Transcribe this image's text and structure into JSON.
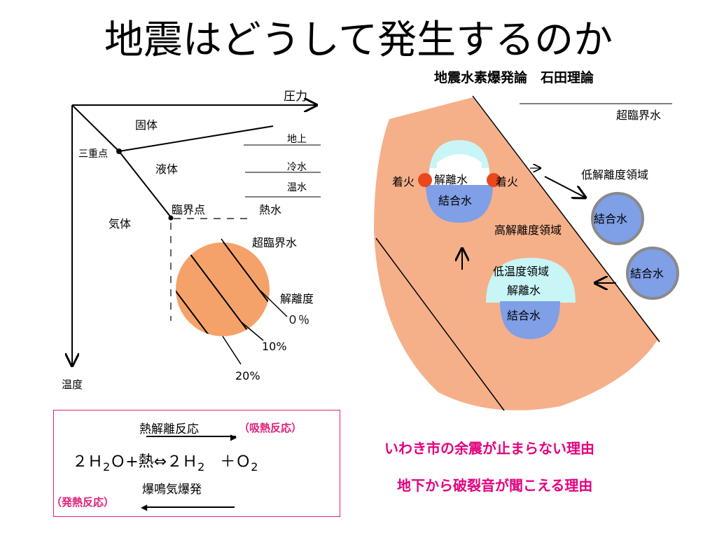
{
  "title": "地震はどうして発生するのか",
  "subtitle": "地震水素爆発論　石田理論",
  "phase": {
    "pressure_axis": "圧力",
    "temperature_axis": "温度",
    "solid": "固体",
    "liquid": "液体",
    "gas": "気体",
    "triple_point": "三重点",
    "critical_point": "臨界点",
    "water_types": [
      "地上",
      "冷水",
      "温水",
      "熱水"
    ],
    "supercritical": "超臨界水",
    "dissociation": "解離度",
    "pct0": "０％",
    "pct10": "10%",
    "pct20": "20%"
  },
  "crust": {
    "supercritical": "超臨界水",
    "ignition": "着火",
    "dissociated_water": "解離水",
    "bound_water": "結合水",
    "low_dissociation": "低解離度領域",
    "high_dissociation": "高解離度領域",
    "low_temperature": "低温度領域"
  },
  "reaction": {
    "thermal_dissociation": "熱解離反応",
    "endothermic": "（吸熱反応）",
    "equation": [
      "２Ｈ",
      "2",
      "Ｏ+熱⇔２Ｈ",
      "2",
      "＋Ｏ",
      "2"
    ],
    "explosion": "爆鳴気爆発",
    "exothermic": "（発熱反応）"
  },
  "reasons": [
    "いわき市の余震が止まらない理由",
    "地下から破裂音が聞こえる理由"
  ],
  "colors": {
    "orange": "#f5b08a",
    "circle_orange": "#f5a26a",
    "blue": "#7f9fe6",
    "cyan": "#c8f6f6",
    "red_dot": "#e8481c",
    "accent": "#e3007f"
  }
}
